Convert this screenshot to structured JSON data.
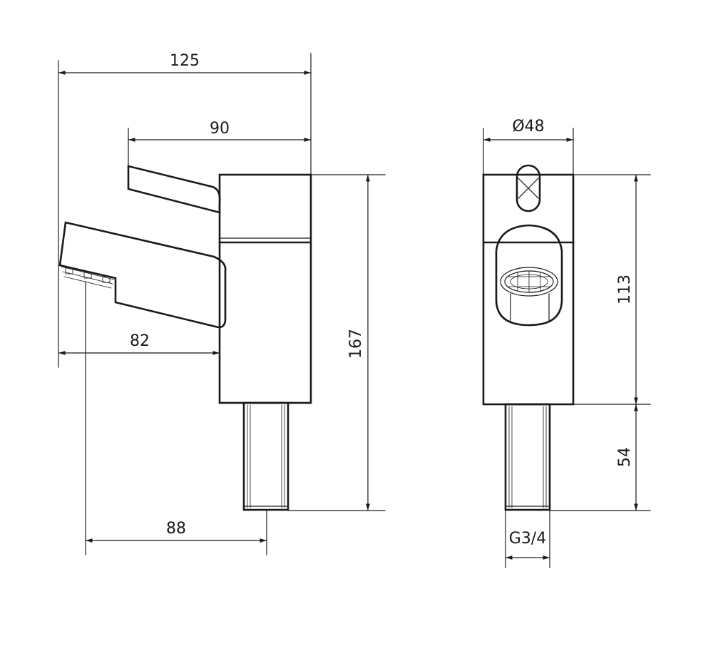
{
  "side_view": {
    "overall_length": "125",
    "lever_length": "90",
    "spout_reach": "82",
    "shank_offset": "88",
    "total_height": "167"
  },
  "front_view": {
    "body_diameter": "Ø48",
    "body_height": "113",
    "shank_height": "54",
    "thread": "G3/4"
  }
}
